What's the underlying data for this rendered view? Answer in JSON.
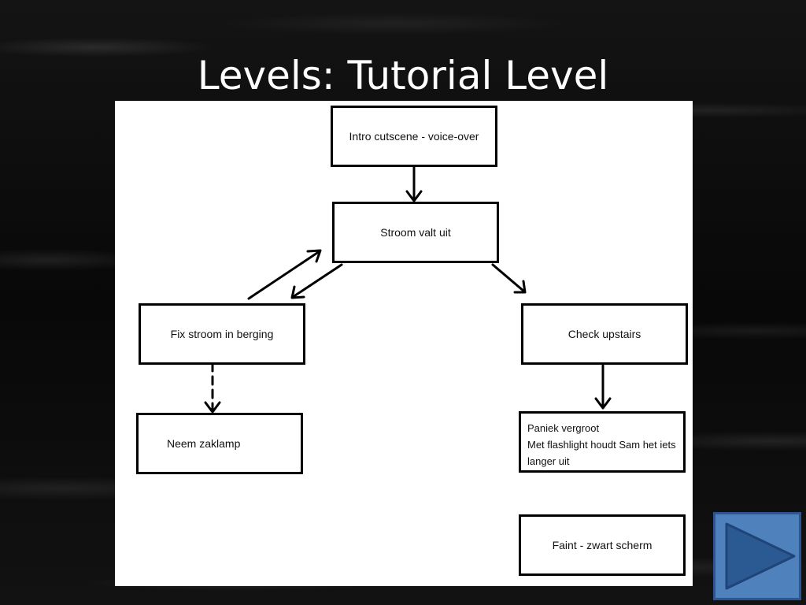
{
  "slide": {
    "title": "Levels: Tutorial Level"
  },
  "diagram": {
    "nodes": {
      "intro": "Intro cutscene - voice-over",
      "stroom": "Stroom valt uit",
      "fix": "Fix stroom in berging",
      "check": "Check upstairs",
      "zaklamp": "Neem zaklamp",
      "paniek": "Paniek vergroot\nMet flashlight houdt Sam het iets\nlanger uit",
      "faint": "Faint - zwart scherm"
    }
  },
  "colors": {
    "background": "#0b0b0b",
    "canvas": "#ffffff",
    "stroke": "#000000",
    "nav_button_fill": "#4f81bd",
    "nav_button_icon": "#1f4e8c"
  },
  "icons": {
    "next": "play-triangle-icon"
  }
}
